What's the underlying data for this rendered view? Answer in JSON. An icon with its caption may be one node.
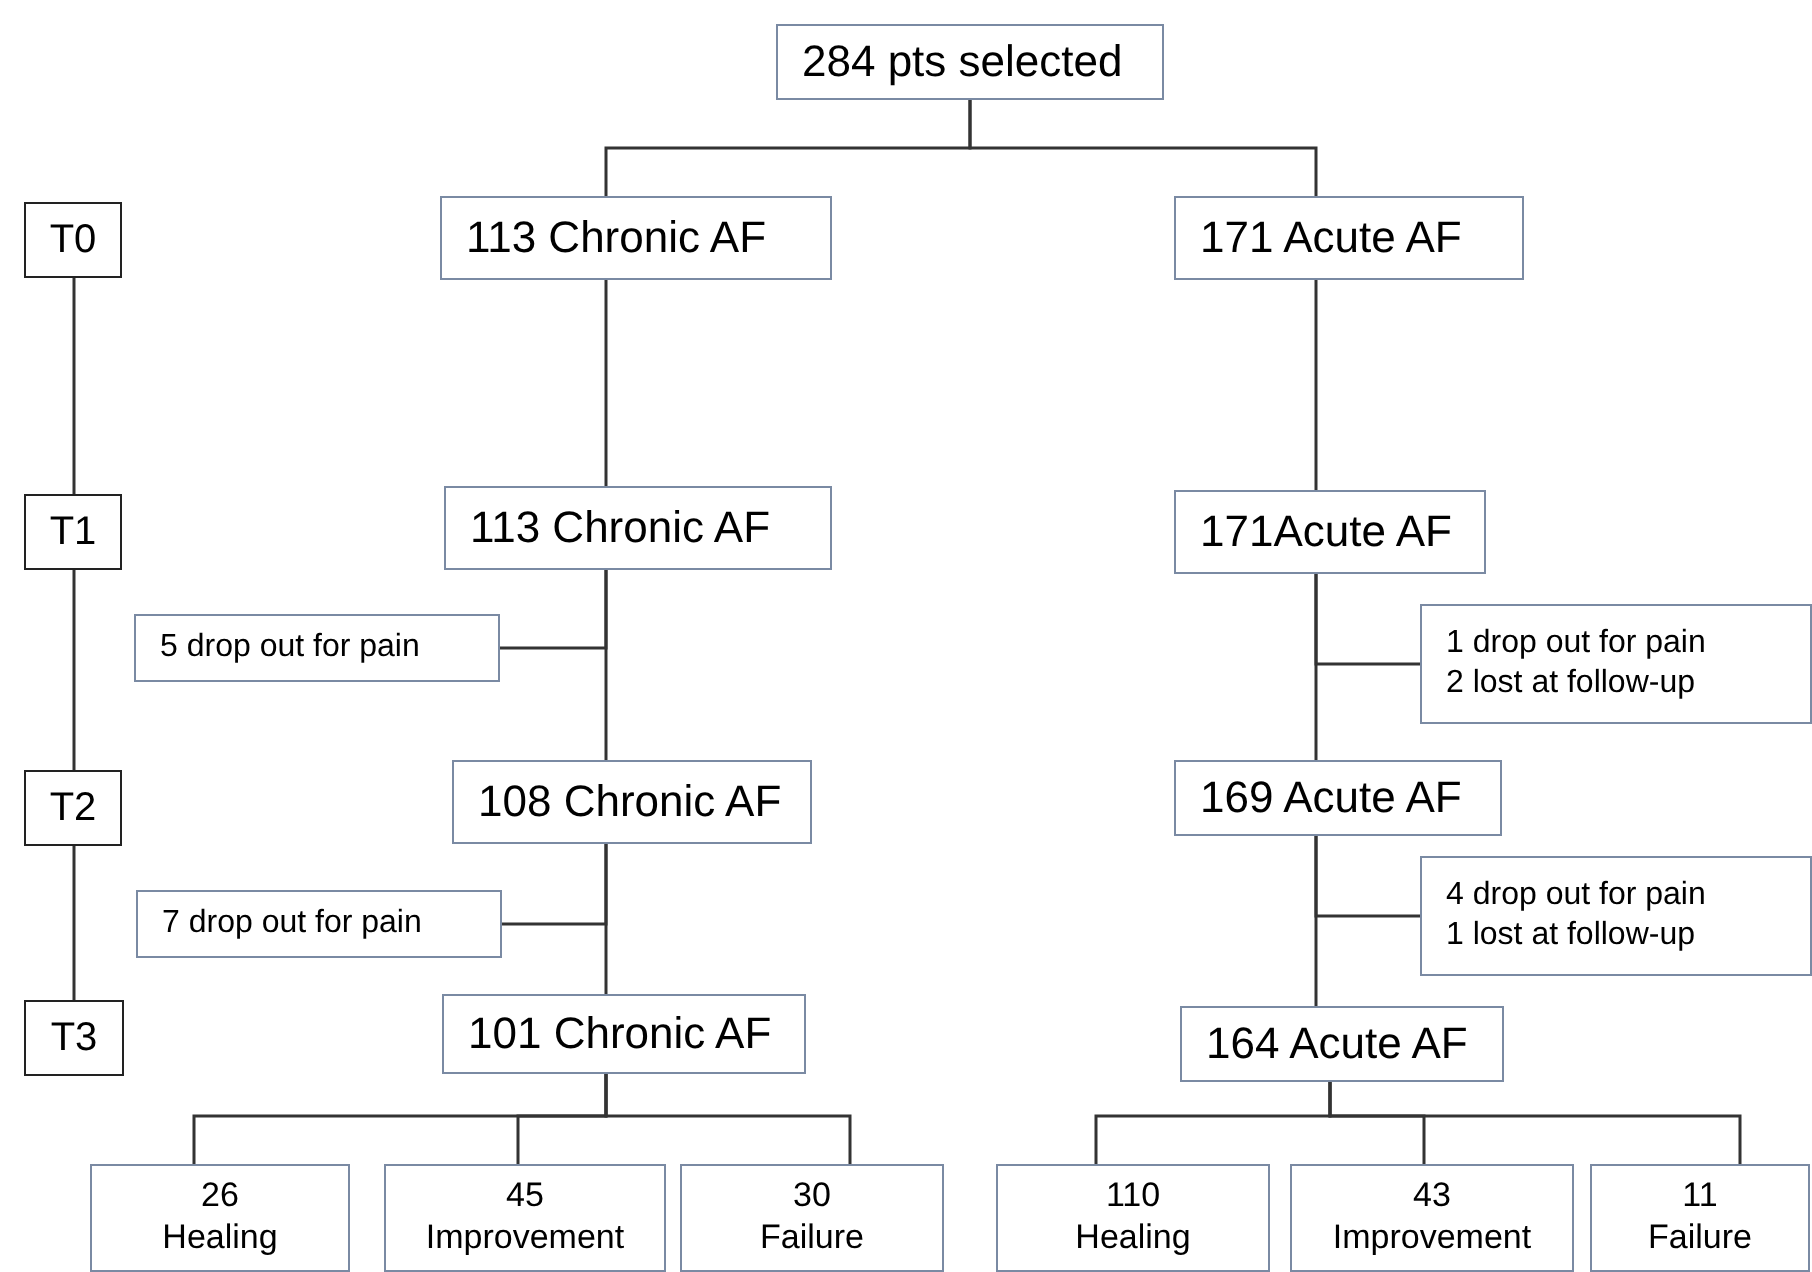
{
  "diagram": {
    "nodes": [
      {
        "text": [
          "284 pts selected"
        ]
      },
      {
        "text": [
          "T0"
        ]
      },
      {
        "text": [
          "113 Chronic AF"
        ]
      },
      {
        "text": [
          "171 Acute AF"
        ]
      },
      {
        "text": [
          "T1"
        ]
      },
      {
        "text": [
          "113 Chronic AF"
        ]
      },
      {
        "text": [
          "171Acute AF"
        ]
      },
      {
        "text": [
          "5 drop out for pain"
        ]
      },
      {
        "text": [
          "1 drop out for pain",
          "2 lost at follow-up"
        ]
      },
      {
        "text": [
          "T2"
        ]
      },
      {
        "text": [
          "108 Chronic AF"
        ]
      },
      {
        "text": [
          "169 Acute AF"
        ]
      },
      {
        "text": [
          "7 drop out for pain"
        ]
      },
      {
        "text": [
          "4 drop out for pain",
          "1 lost at follow-up"
        ]
      },
      {
        "text": [
          "T3"
        ]
      },
      {
        "text": [
          "101 Chronic AF"
        ]
      },
      {
        "text": [
          "164 Acute AF"
        ]
      },
      {
        "text": [
          "26",
          "Healing"
        ]
      },
      {
        "text": [
          "45",
          "Improvement"
        ]
      },
      {
        "text": [
          "30",
          "Failure"
        ]
      },
      {
        "text": [
          "110",
          "Healing"
        ]
      },
      {
        "text": [
          "43",
          "Improvement"
        ]
      },
      {
        "text": [
          "11",
          "Failure"
        ]
      }
    ],
    "edges": [
      {
        "from": 0,
        "to": 2,
        "arrow": "none"
      },
      {
        "from": 0,
        "to": 3,
        "arrow": "none"
      },
      {
        "from": 1,
        "to": 4,
        "arrow": "none"
      },
      {
        "from": 4,
        "to": 9,
        "arrow": "none"
      },
      {
        "from": 9,
        "to": 14,
        "arrow": "none"
      },
      {
        "from": 2,
        "to": 5,
        "arrow": "none"
      },
      {
        "from": 3,
        "to": 6,
        "arrow": "none"
      },
      {
        "from": 5,
        "to": 10,
        "arrow": "none"
      },
      {
        "from": 5,
        "to": 7,
        "arrow": "none"
      },
      {
        "from": 6,
        "to": 11,
        "arrow": "none"
      },
      {
        "from": 6,
        "to": 8,
        "arrow": "none"
      },
      {
        "from": 10,
        "to": 15,
        "arrow": "none"
      },
      {
        "from": 10,
        "to": 12,
        "arrow": "none"
      },
      {
        "from": 11,
        "to": 16,
        "arrow": "none"
      },
      {
        "from": 11,
        "to": 13,
        "arrow": "none"
      },
      {
        "from": 15,
        "to": 17,
        "arrow": "none"
      },
      {
        "from": 15,
        "to": 18,
        "arrow": "none"
      },
      {
        "from": 15,
        "to": 19,
        "arrow": "none"
      },
      {
        "from": 16,
        "to": 20,
        "arrow": "none"
      },
      {
        "from": 16,
        "to": 21,
        "arrow": "none"
      },
      {
        "from": 16,
        "to": 22,
        "arrow": "none"
      }
    ]
  }
}
